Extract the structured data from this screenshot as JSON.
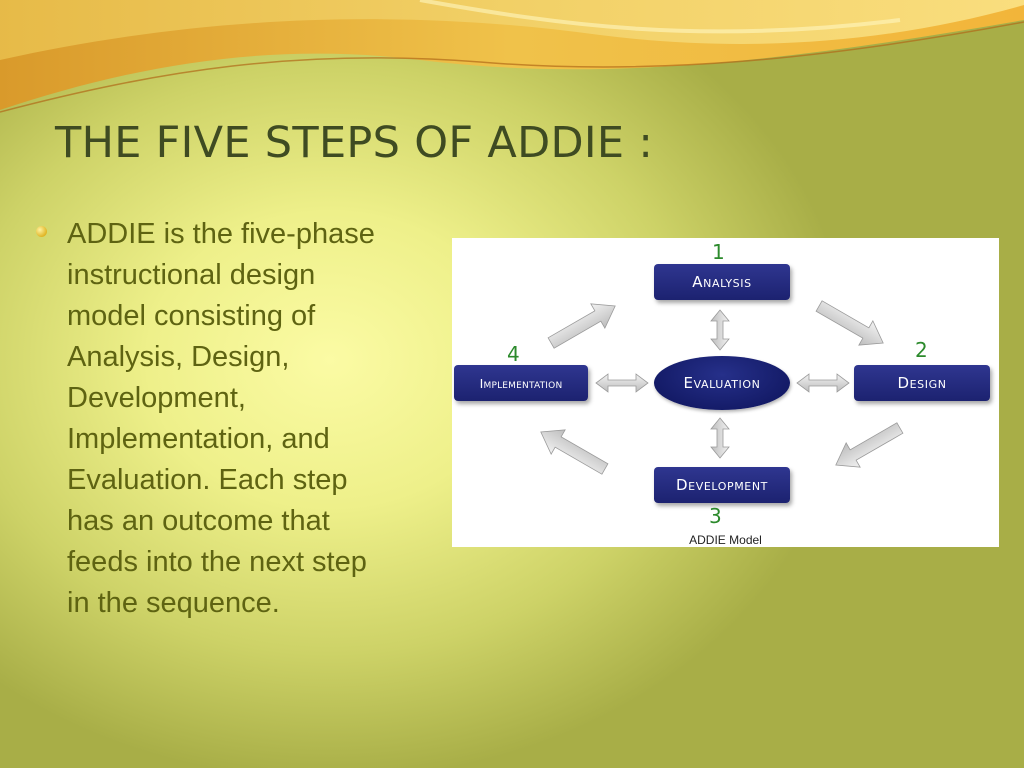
{
  "slide": {
    "title": "THE FIVE STEPS OF ADDIE :",
    "bullet_text": "ADDIE is the five-phase\ninstructional design\nmodel consisting of\nAnalysis, Design,\nDevelopment,\nImplementation, and\nEvaluation.  Each step\nhas an outcome that\nfeeds into the next step\nin the sequence."
  },
  "diagram": {
    "caption": "ADDIE Model",
    "steps": {
      "analysis": {
        "number": "1",
        "label": "Analysis"
      },
      "design": {
        "number": "2",
        "label": "Design"
      },
      "development": {
        "number": "3",
        "label": "Development"
      },
      "implementation": {
        "number": "4",
        "label": "Implementation"
      },
      "evaluation": {
        "label": "Evaluation"
      }
    },
    "colors": {
      "box": "#1f2573",
      "number": "#2c8a2c",
      "arrow": "#d0d0d0"
    }
  }
}
